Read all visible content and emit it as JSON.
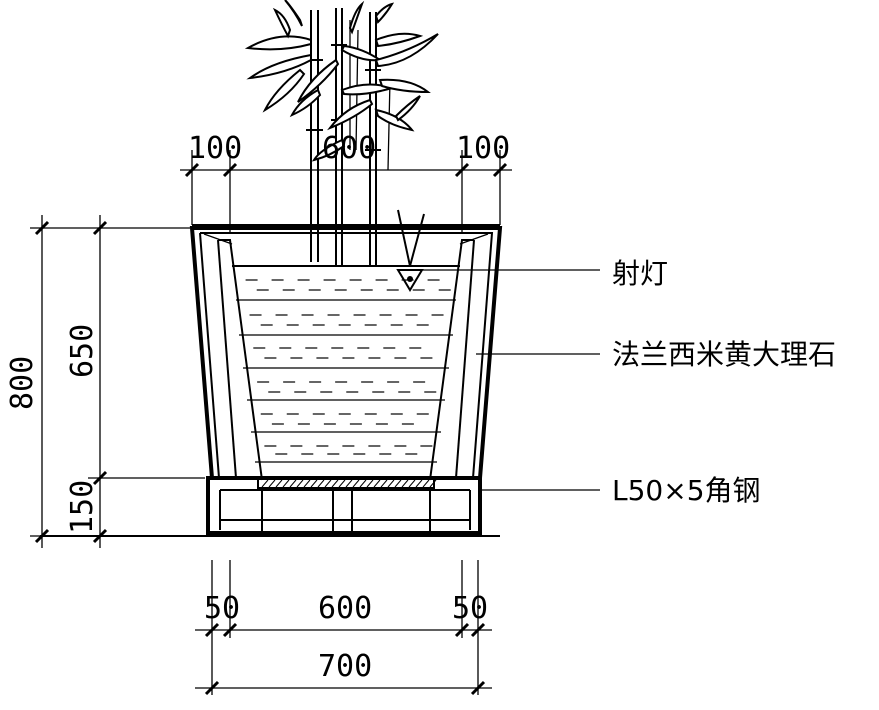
{
  "dimensions": {
    "top_left_margin": "100",
    "top_center_width": "600",
    "top_right_margin": "100",
    "total_height": "800",
    "planter_height": "650",
    "base_height": "150",
    "bottom_left_margin": "50",
    "bottom_center_width": "600",
    "bottom_right_margin": "50",
    "bottom_total_width": "700"
  },
  "callouts": {
    "spotlight": "射灯",
    "marble": "法兰西米黄大理石",
    "angle_steel": "L50×5角钢"
  }
}
